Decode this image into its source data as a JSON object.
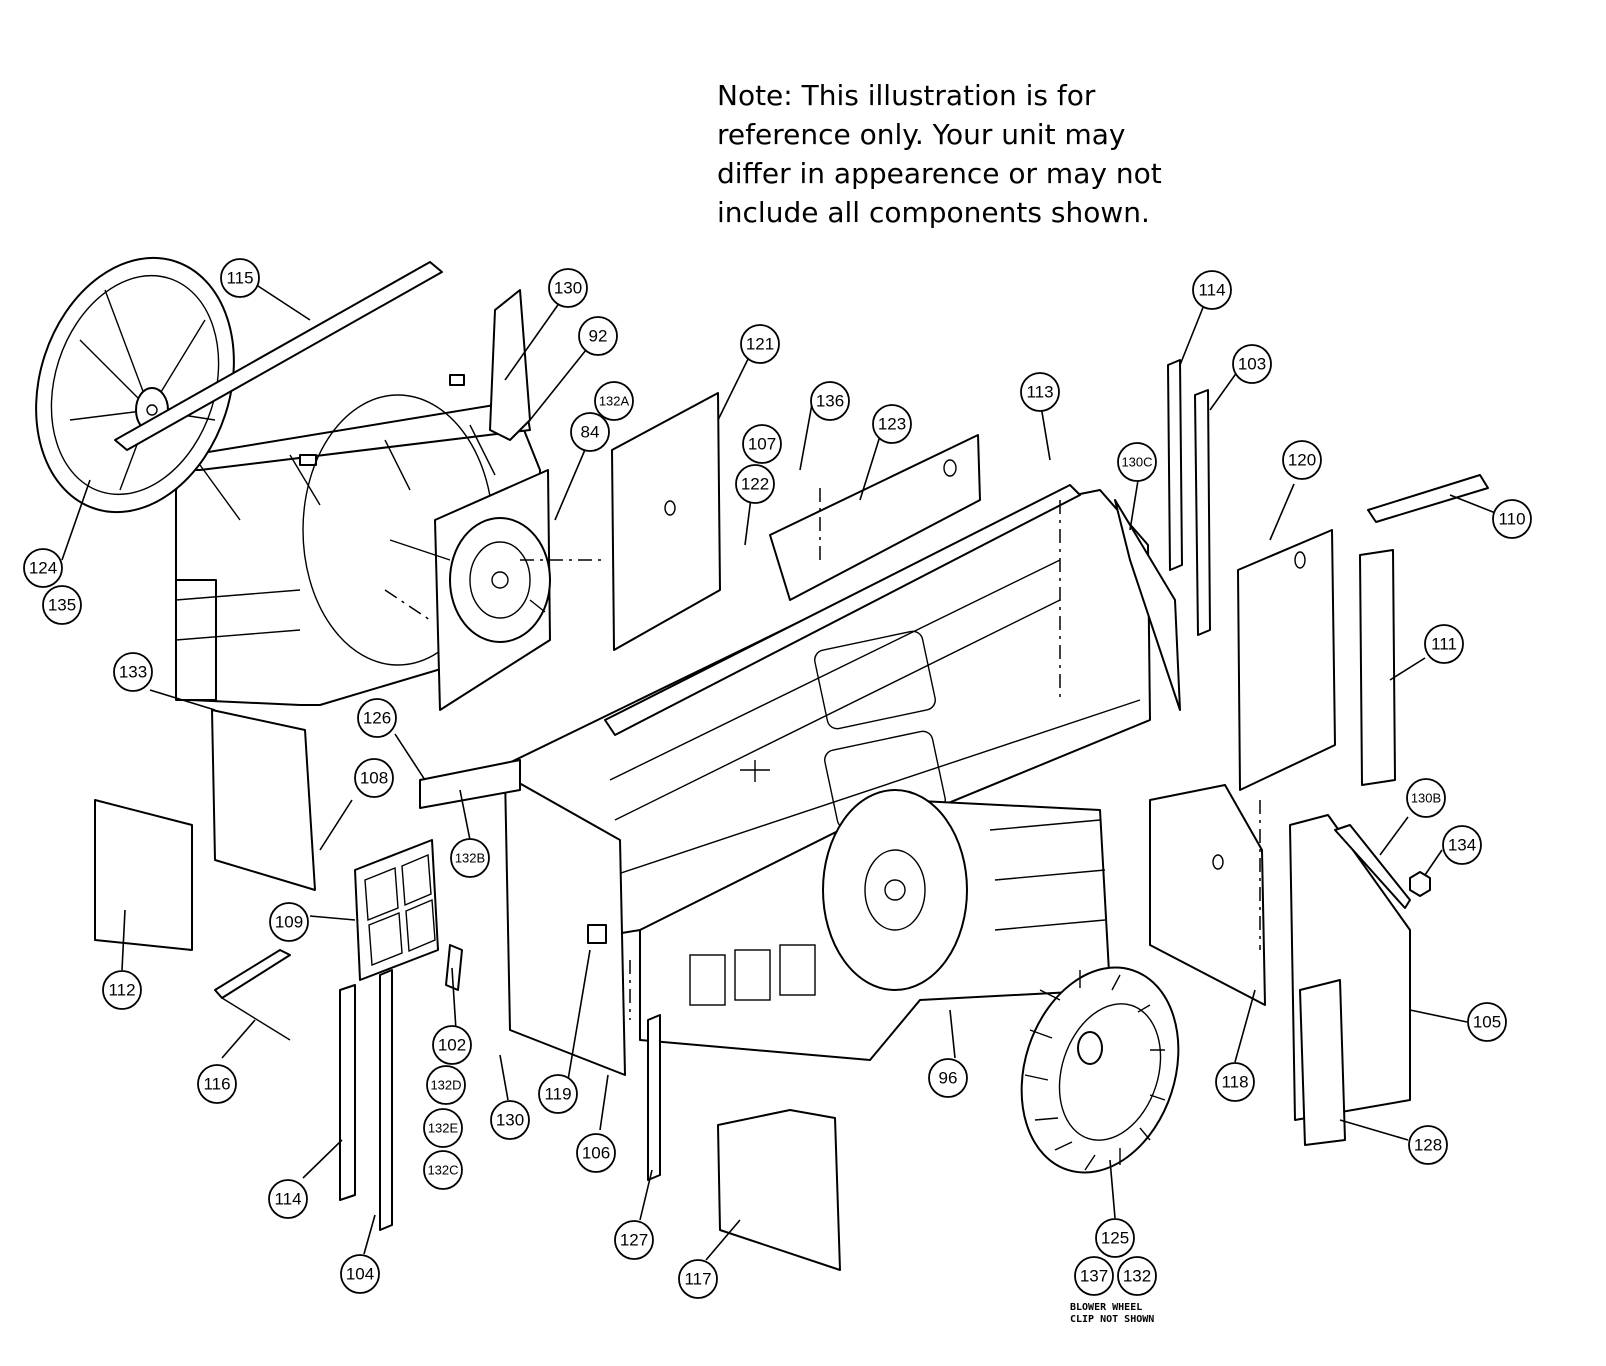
{
  "note": {
    "lines": [
      "Note: This illustration is for",
      "reference only. Your unit may",
      "differ in appearence or may not",
      "include all components shown."
    ]
  },
  "callouts": {
    "c115": "115",
    "c130a": "130",
    "c92": "92",
    "c132A": "132A",
    "c84": "84",
    "c121": "121",
    "c136": "136",
    "c107": "107",
    "c122": "122",
    "c123": "123",
    "c113": "113",
    "c130C": "130C",
    "c114a": "114",
    "c103": "103",
    "c120": "120",
    "c110": "110",
    "c111": "111",
    "c124": "124",
    "c135": "135",
    "c133": "133",
    "c126": "126",
    "c108": "108",
    "c132B": "132B",
    "c112": "112",
    "c109": "109",
    "c116": "116",
    "c102": "102",
    "c132D": "132D",
    "c132E": "132E",
    "c132C": "132C",
    "c130b": "130",
    "c119": "119",
    "c106": "106",
    "c114b": "114",
    "c104": "104",
    "c127": "127",
    "c117": "117",
    "c96": "96",
    "c125": "125",
    "c137": "137",
    "c132": "132",
    "c118": "118",
    "c130B": "130B",
    "c134": "134",
    "c105": "105",
    "c128": "128"
  },
  "caption": {
    "line1": "BLOWER WHEEL",
    "line2": "CLIP NOT SHOWN"
  }
}
